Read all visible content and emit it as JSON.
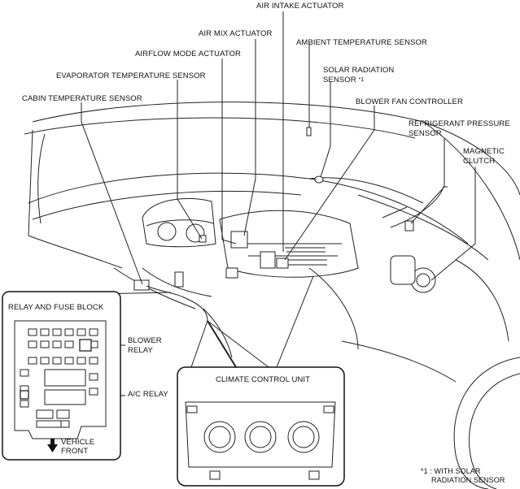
{
  "labels": {
    "air_intake_actuator": "AIR INTAKE ACTUATOR",
    "air_mix_actuator": "AIR MIX ACTUATOR",
    "ambient_temperature_sensor": "AMBIENT TEMPERATURE SENSOR",
    "airflow_mode_actuator": "AIRFLOW MODE ACTUATOR",
    "solar_radiation_sensor_line1": "SOLAR RADIATION",
    "solar_radiation_sensor_line2": "SENSOR",
    "solar_radiation_sensor_mark": "*1",
    "evaporator_temperature_sensor": "EVAPORATOR TEMPERATURE SENSOR",
    "blower_fan_controller": "BLOWER FAN CONTROLLER",
    "cabin_temperature_sensor": "CABIN TEMPERATURE SENSOR",
    "refrigerant_pressure_sensor_line1": "REFRIGERANT PRESSURE",
    "refrigerant_pressure_sensor_line2": "SENSOR",
    "magnetic_clutch_line1": "MAGNETIC",
    "magnetic_clutch_line2": "CLUTCH",
    "relay_and_fuse_block": "RELAY AND FUSE BLOCK",
    "blower_relay_line1": "BLOWER",
    "blower_relay_line2": "RELAY",
    "ac_relay": "A/C RELAY",
    "vehicle_front_line1": "VEHICLE",
    "vehicle_front_line2": "FRONT",
    "climate_control_unit": "CLIMATE CONTROL UNIT",
    "footnote_line1": "*1 : WITH SOLAR",
    "footnote_line2": "RADIATION SENSOR"
  },
  "icons": {
    "vehicle_front_arrow": "down-arrow-icon"
  }
}
